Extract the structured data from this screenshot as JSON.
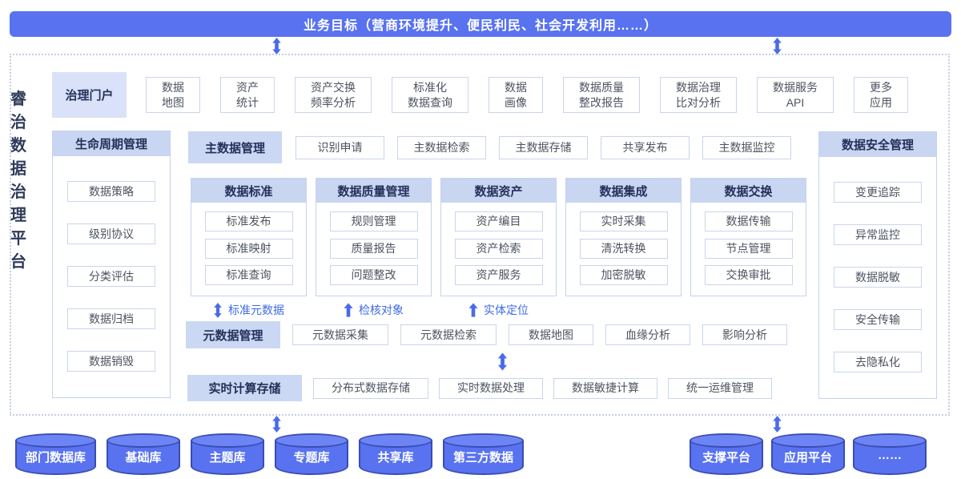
{
  "banner": {
    "label": "业务目标（营商环境提升、便民利民、社会开发利用……）"
  },
  "platform_title": "睿治数据治理平台",
  "portal": {
    "header": "治理门户",
    "items": [
      "数据\n地图",
      "资产\n统计",
      "资产交换\n频率分析",
      "标准化\n数据查询",
      "数据\n画像",
      "数据质量\n整改报告",
      "数据治理\n比对分析",
      "数据服务\nAPI",
      "更多\n应用"
    ]
  },
  "lifecycle": {
    "header": "生命周期管理",
    "items": [
      "数据策略",
      "级别协议",
      "分类评估",
      "数据归档",
      "数据销毁"
    ]
  },
  "master": {
    "header": "主数据管理",
    "items": [
      "识别申请",
      "主数据检索",
      "主数据存储",
      "共享发布",
      "主数据监控"
    ]
  },
  "columns": [
    {
      "header": "数据标准",
      "items": [
        "标准发布",
        "标准映射",
        "标准查询"
      ]
    },
    {
      "header": "数据质量管理",
      "items": [
        "规则管理",
        "质量报告",
        "问题整改"
      ]
    },
    {
      "header": "数据资产",
      "items": [
        "资产编目",
        "资产检索",
        "资产服务"
      ]
    },
    {
      "header": "数据集成",
      "items": [
        "实时采集",
        "清洗转换",
        "加密脱敏"
      ]
    },
    {
      "header": "数据交换",
      "items": [
        "数据传输",
        "节点管理",
        "交换审批"
      ]
    }
  ],
  "flow_labels": [
    "标准元数据",
    "检核对象",
    "实体定位"
  ],
  "metadata": {
    "header": "元数据管理",
    "items": [
      "元数据采集",
      "元数据检索",
      "数据地图",
      "血缘分析",
      "影响分析"
    ]
  },
  "realtime": {
    "header": "实时计算存储",
    "items": [
      "分布式数据存储",
      "实时数据处理",
      "数据敏捷计算",
      "统一运维管理"
    ]
  },
  "security": {
    "header": "数据安全管理",
    "items": [
      "变更追踪",
      "异常监控",
      "数据脱敏",
      "安全传输",
      "去隐私化"
    ]
  },
  "databases": [
    "部门数据库",
    "基础库",
    "主题库",
    "专题库",
    "共享库",
    "第三方数据"
  ],
  "platforms": [
    "支撑平台",
    "应用平台",
    "……"
  ],
  "colors": {
    "primary_blue": "#5872F0",
    "arrow_blue": "#4A6BE8",
    "flow_label_blue": "#3D6BE8",
    "header_fill": "#CBD8F3",
    "portal_header_fill": "#D9E2F8",
    "dashed_border": "#C5CEE2"
  }
}
